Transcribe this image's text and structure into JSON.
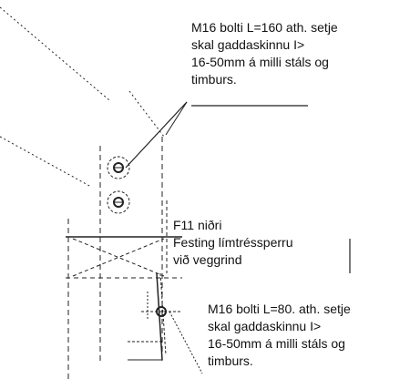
{
  "annotations": {
    "top_bolt": [
      "M16 bolti L=160 ath. setje",
      "skal gaddaskinnu I>",
      "16-50mm á milli stáls og",
      "timburs."
    ],
    "fastening": [
      "F11 niðri",
      "Festing límtréssperru",
      "við veggrind"
    ],
    "bottom_bolt": [
      "M16 bolti L=80. ath. setje",
      "skal gaddaskinnu I>",
      "16-50mm á milli stáls og",
      "timburs."
    ]
  }
}
